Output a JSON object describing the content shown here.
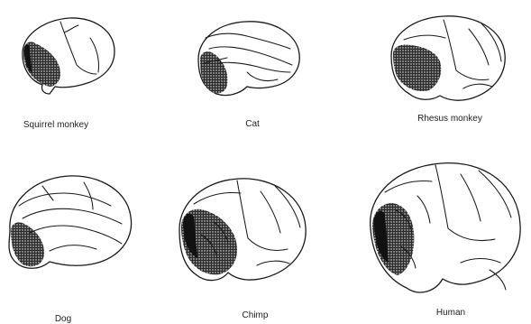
{
  "panels": [
    {
      "label": "Squirrel monkey"
    },
    {
      "label": "Cat"
    },
    {
      "label": "Rhesus monkey"
    },
    {
      "label": "Dog"
    },
    {
      "label": "Chimp"
    },
    {
      "label": "Human"
    }
  ],
  "colors": {
    "ink": "#1a1a1a",
    "shading": "#111111",
    "background": "#ffffff"
  }
}
